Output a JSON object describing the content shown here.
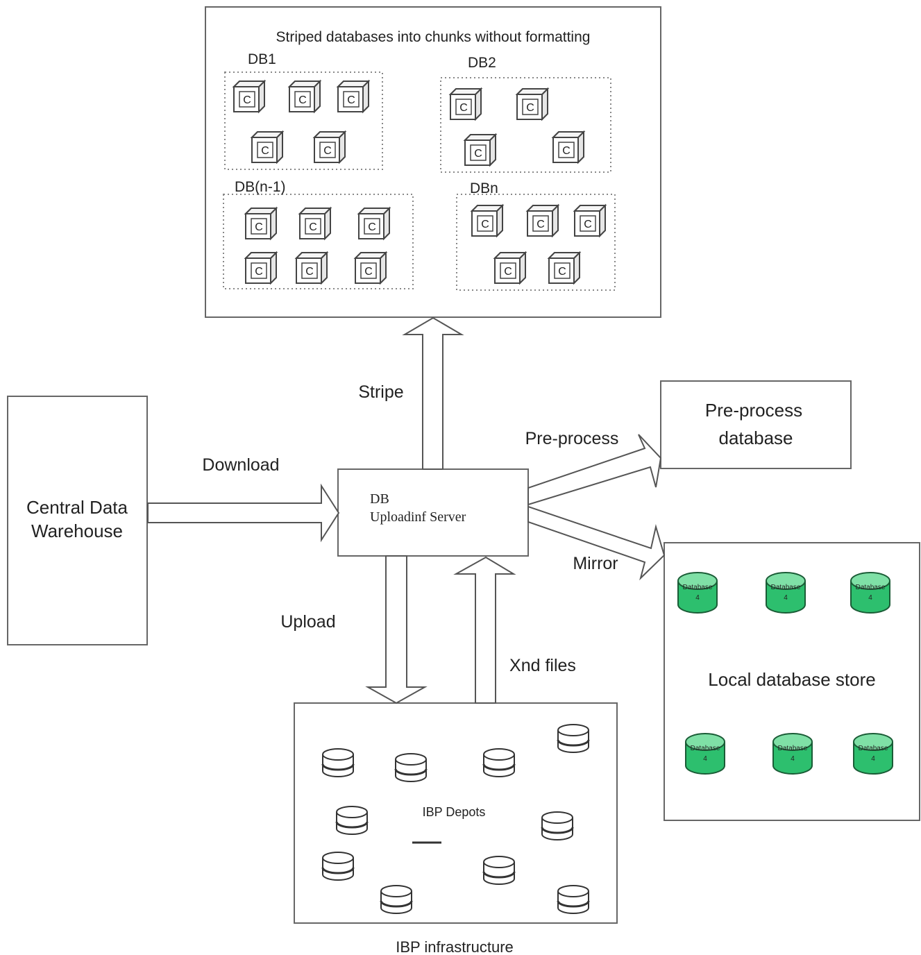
{
  "colors": {
    "stroke": "#666666",
    "green_cylinder": "#2dbf6e",
    "green_top": "#7fe0a6"
  },
  "stripe_box": {
    "title": "Striped databases into chunks without formatting",
    "groups": [
      "DB1",
      "DB2",
      "DB(n-1)",
      "DBn"
    ],
    "chunk_label": "C"
  },
  "central": {
    "line1": "Central Data",
    "line2": "Warehouse"
  },
  "server": {
    "line1": "DB",
    "line2": "Uploadinf Server"
  },
  "preprocess_box": {
    "line1": "Pre-process",
    "line2": "database"
  },
  "local_store": {
    "label": "Local database store",
    "cylinder_label": "Database",
    "cylinder_sub": "4"
  },
  "ibp": {
    "depots_label": "IBP Depots",
    "caption": "IBP infrastructure"
  },
  "arrows": {
    "download": "Download",
    "stripe": "Stripe",
    "preprocess": "Pre-process",
    "mirror": "Mirror",
    "upload": "Upload",
    "xnd": "Xnd files"
  }
}
